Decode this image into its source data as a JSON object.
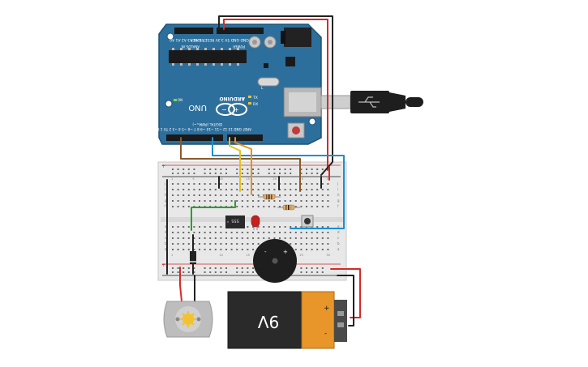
{
  "arduino": {
    "brand": "ARDUINO",
    "model": "UNO",
    "label_analog": "ANALOG IN",
    "label_power": "POWER",
    "label_digital": "DIGITAL (PWM=~)",
    "label_on": "ON",
    "label_tx": "TX",
    "label_rx": "RX",
    "label_l": "L",
    "analog_pins": [
      "A5",
      "A4",
      "A3",
      "A2",
      "A1",
      "A0"
    ],
    "power_pins": [
      "VIN",
      "GND",
      "GND",
      "5V",
      "3.3V",
      "RESET",
      "IOREF"
    ],
    "digital_pins": [
      "AREF",
      "GND",
      "13",
      "12",
      "~11",
      "~10",
      "~9",
      "8",
      "7",
      "~6",
      "~5",
      "4",
      "~3",
      "2",
      "TX 1",
      "RX 0"
    ]
  },
  "breadboard": {
    "row_letters_top": [
      "j",
      "i",
      "h",
      "g",
      "f"
    ],
    "row_letters_bottom": [
      "e",
      "d",
      "c",
      "b",
      "a"
    ],
    "column_numbers": [
      "1",
      "5",
      "10",
      "15",
      "20",
      "25",
      "30"
    ]
  },
  "components": {
    "chip_label": "555",
    "battery_voltage": "9V",
    "battery_plus": "+",
    "battery_minus": "-",
    "buzzer_plus": "+",
    "buzzer_minus": "-"
  },
  "colors": {
    "arduino_board": "#2d6f9c",
    "breadboard": "#e8e8e8",
    "wire_red": "#d42a2a",
    "wire_black": "#222222",
    "wire_blue": "#1a8fd0",
    "wire_orange": "#e89020",
    "wire_yellow": "#e8c020",
    "wire_brown": "#8a5a2a",
    "wire_green": "#2aa02a",
    "battery_orange": "#e8962a",
    "battery_black": "#2a2a2a",
    "led_red": "#c42020"
  }
}
